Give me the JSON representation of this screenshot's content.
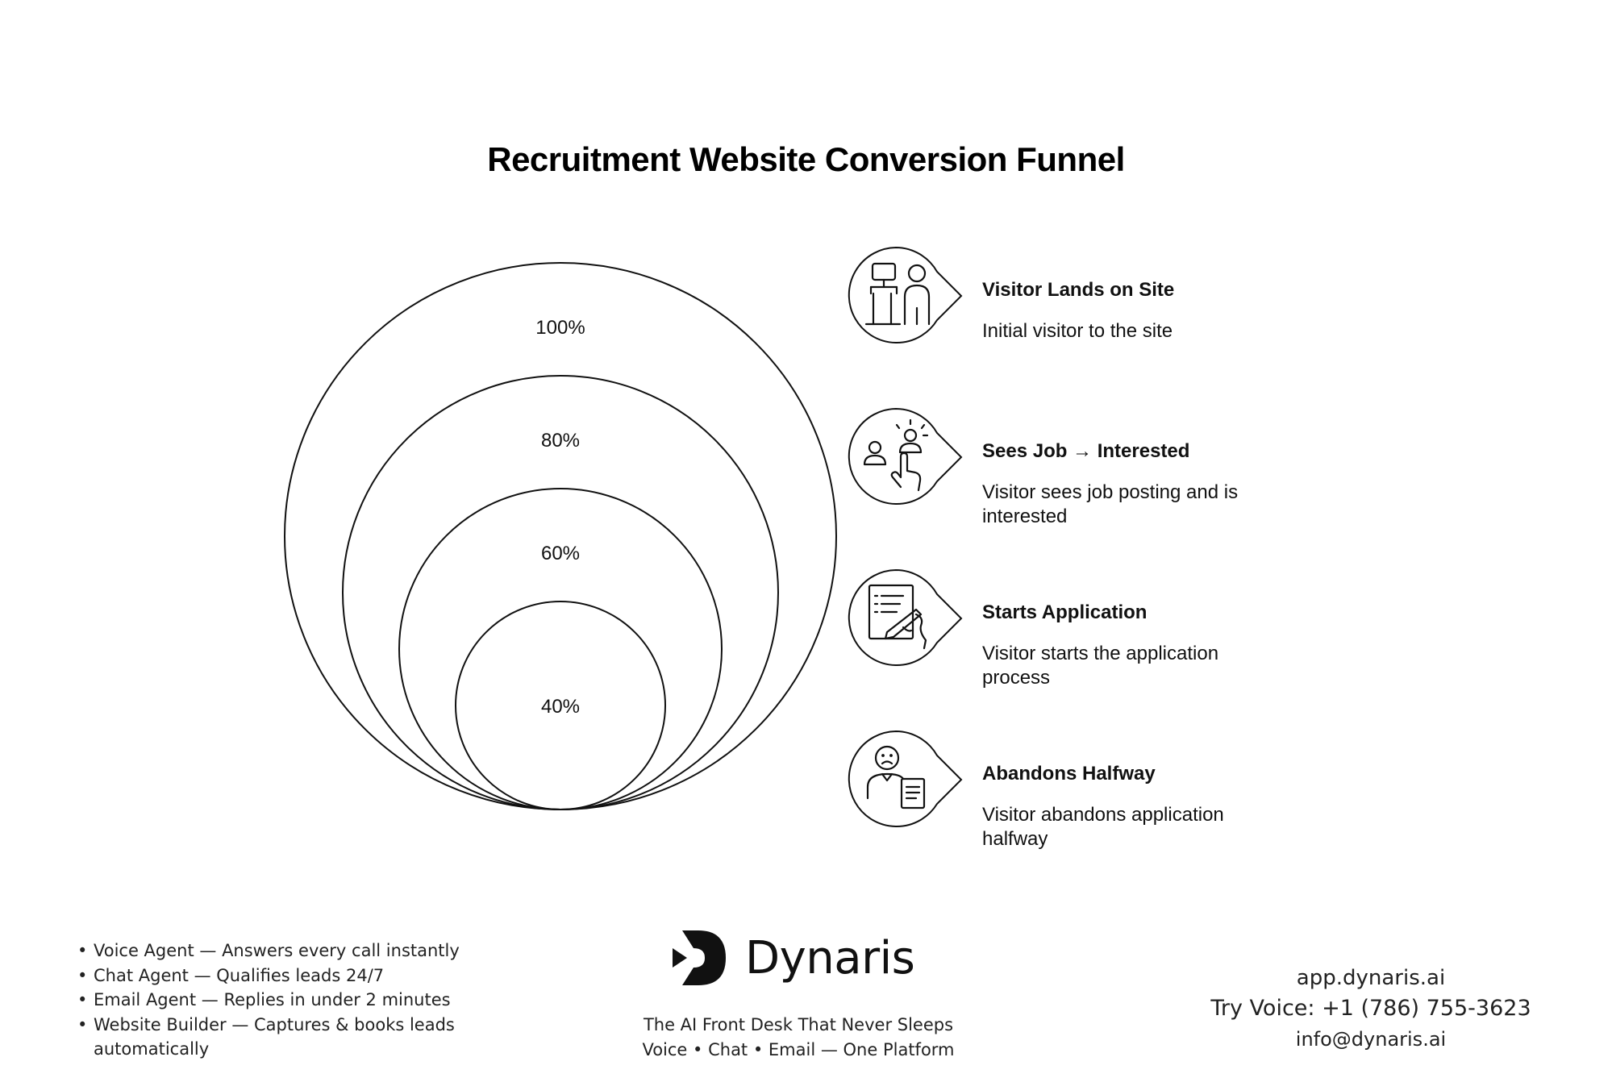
{
  "title": "Recruitment Website Conversion Funnel",
  "funnel": {
    "circles": [
      {
        "percent": "100%",
        "value": 100
      },
      {
        "percent": "80%",
        "value": 80
      },
      {
        "percent": "60%",
        "value": 60
      },
      {
        "percent": "40%",
        "value": 40
      }
    ]
  },
  "stages": [
    {
      "icon": "kiosk-person-icon",
      "title": "Visitor Lands on Site",
      "desc": "Initial visitor to the site"
    },
    {
      "icon": "people-pointing-icon",
      "title": "Sees Job → Interested",
      "desc": "Visitor sees job posting and is interested"
    },
    {
      "icon": "form-writing-icon",
      "title": "Starts Application",
      "desc": "Visitor starts the application process"
    },
    {
      "icon": "sad-person-document-icon",
      "title": "Abandons Halfway",
      "desc": "Visitor abandons application halfway"
    }
  ],
  "footer": {
    "bullets": [
      "Voice Agent — Answers every call instantly",
      "Chat Agent — Qualifies leads 24/7",
      "Email Agent — Replies in under 2 minutes",
      " Website Builder — Captures & books leads automatically"
    ],
    "brand": "Dynaris",
    "tagline_1": "The AI Front Desk That Never Sleeps",
    "tagline_2": "Voice • Chat • Email — One Platform",
    "url": "app.dynaris.ai",
    "voice": "Try Voice: +1 (786) 755-3623",
    "email": "info@dynaris.ai"
  }
}
